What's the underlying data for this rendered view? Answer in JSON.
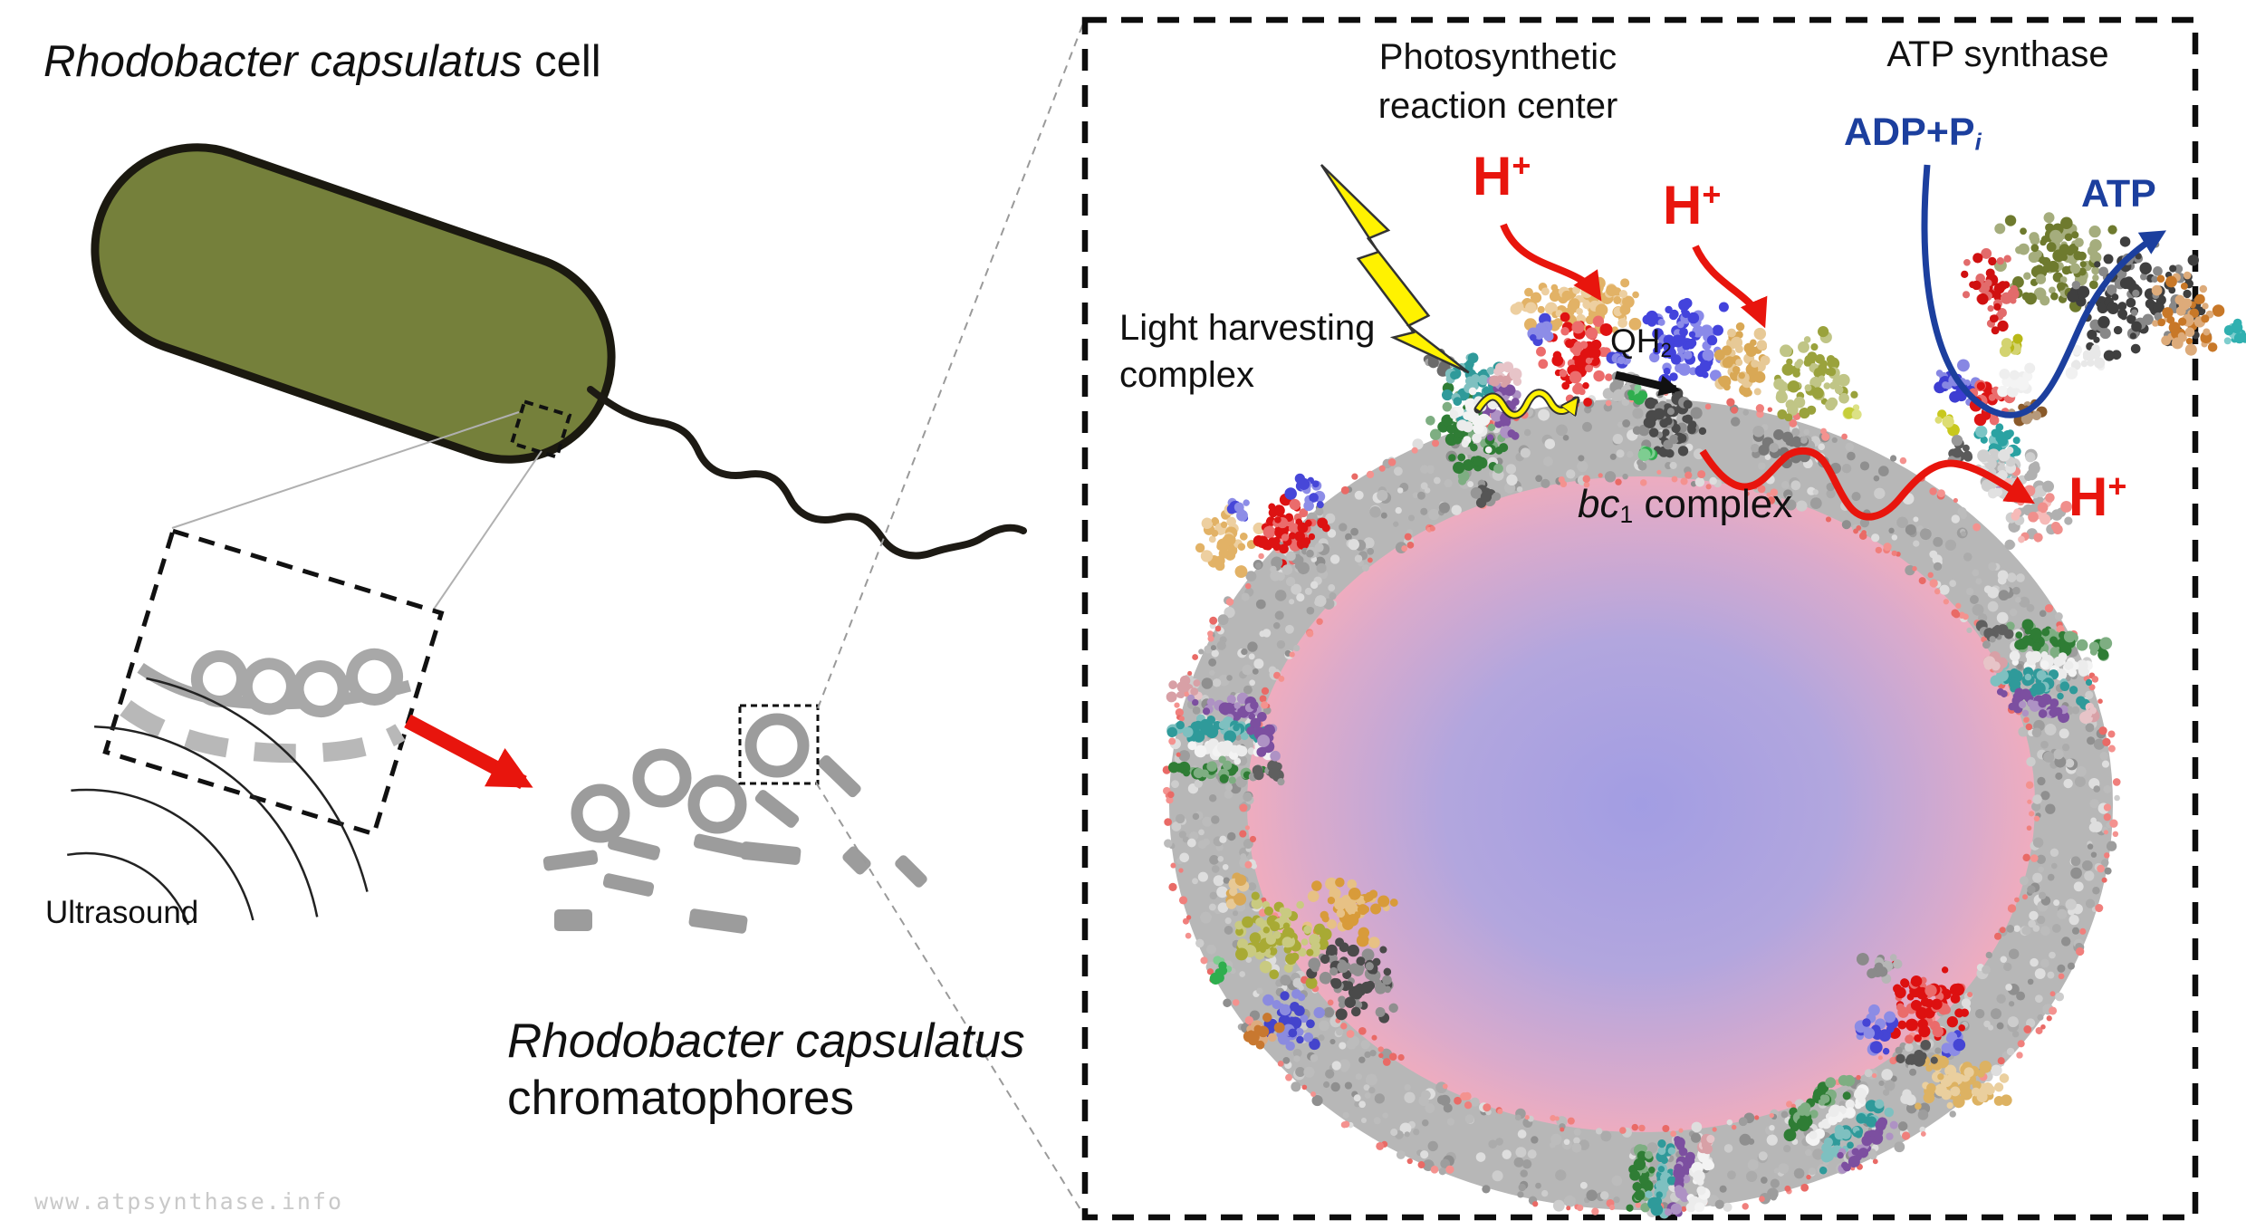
{
  "figure": {
    "cell_section": {
      "title_species": "Rhodobacter capsulatus",
      "title_rest": " cell",
      "ultrasound": "Ultrasound",
      "chromatophores_species": "Rhodobacter capsulatus",
      "chromatophores_rest": "chromatophores",
      "watermark": "www.atpsynthase.info"
    },
    "panel": {
      "photosynthetic_line1": "Photosynthetic",
      "photosynthetic_line2": "reaction center",
      "atp_synthase": "ATP synthase",
      "adp": "ADP+P",
      "adp_sub": "i",
      "atp": "ATP",
      "proton": "H",
      "proton_sup": "+",
      "quinol": "QH",
      "quinol_sub": "2",
      "bc1_italic": "bc",
      "bc1_sub": "1",
      "bc1_rest": " complex",
      "lh_line1": "Light harvesting",
      "lh_line2": "complex"
    },
    "colors": {
      "cell_olive": "#75803b",
      "cell_outline": "#1b1910",
      "proton_red": "#e8150d",
      "nucleotide_navy": "#1c3f9e",
      "lightning_yellow": "#fff200",
      "membrane_gray": "#b7b7b7",
      "chromatophore_gray": "#9c9c9c",
      "lumen_pink": "#f3adbc",
      "lumen_lavender": "#a29de3"
    }
  }
}
